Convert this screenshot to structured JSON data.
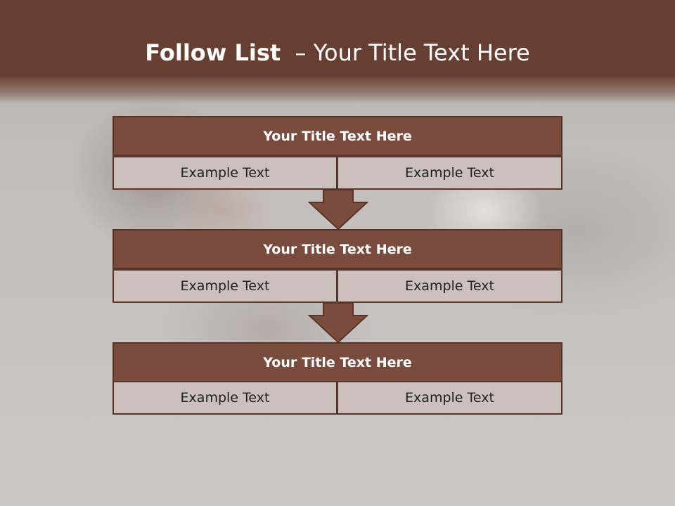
{
  "slide": {
    "title_strong": "Follow List",
    "title_rest": "  – Your Title Text Here"
  },
  "blocks": [
    {
      "title": "Your Title Text Here",
      "left": "Example Text",
      "right": "Example Text"
    },
    {
      "title": "Your Title Text Here",
      "left": "Example Text",
      "right": "Example Text"
    },
    {
      "title": "Your Title Text Here",
      "left": "Example Text",
      "right": "Example Text"
    }
  ],
  "colors": {
    "header": "#673f32",
    "block_title": "#7a4c3e",
    "cell": "#cbc0bc",
    "border": "#5a3428"
  },
  "icons": [
    "down-arrow-icon",
    "down-arrow-icon"
  ]
}
